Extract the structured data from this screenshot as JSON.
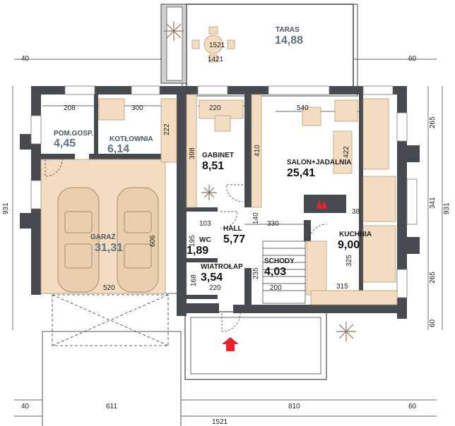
{
  "rooms": {
    "taras": {
      "name": "TARAS",
      "area": "14,88"
    },
    "pom_gosp": {
      "name": "POM.GOSP.",
      "area": "4,45"
    },
    "kotlownia": {
      "name": "KOTŁOWNIA",
      "area": "6,14"
    },
    "gabinet": {
      "name": "GABINET",
      "area": "8,51"
    },
    "salon": {
      "name": "SALON+JADALNIA",
      "area": "25,41"
    },
    "garaz": {
      "name": "GARAŻ",
      "area": "31,31"
    },
    "wc": {
      "name": "WC",
      "area": "1,89"
    },
    "hall": {
      "name": "HALL",
      "area": "5,77"
    },
    "schody": {
      "name": "SCHODY",
      "area": "4,03"
    },
    "wiatrolap": {
      "name": "WIATROŁAP",
      "area": "3,54"
    },
    "kuchnia": {
      "name": "KUCHNIA",
      "area": "9,00"
    }
  },
  "dims": {
    "taras_1521": "1521",
    "taras_1421": "1421",
    "top_40": "40",
    "top_60": "60",
    "d208": "208",
    "d300": "300",
    "d220_gab": "220",
    "d540": "540",
    "d222": "222",
    "d398": "398",
    "d410": "410",
    "d422": "422",
    "d140": "140",
    "d330": "330",
    "d103": "103",
    "d195": "195",
    "d606": "606",
    "d38": "38",
    "d325": "325",
    "d235": "235",
    "d168": "168",
    "d520": "520",
    "d220_hall": "220",
    "d200": "200",
    "d315": "315",
    "bot_40": "40",
    "d611": "611",
    "d810": "810",
    "bot_60": "60",
    "bot_1521": "1521",
    "left_931": "931",
    "right_931": "931",
    "r265a": "265",
    "r341": "341",
    "r265b": "265",
    "r60": "60"
  },
  "colors": {
    "wall": "#474a4e",
    "furniture": "#f3dcc0",
    "terrace": "#ffffff",
    "entry_arrow": "#e8232b"
  }
}
